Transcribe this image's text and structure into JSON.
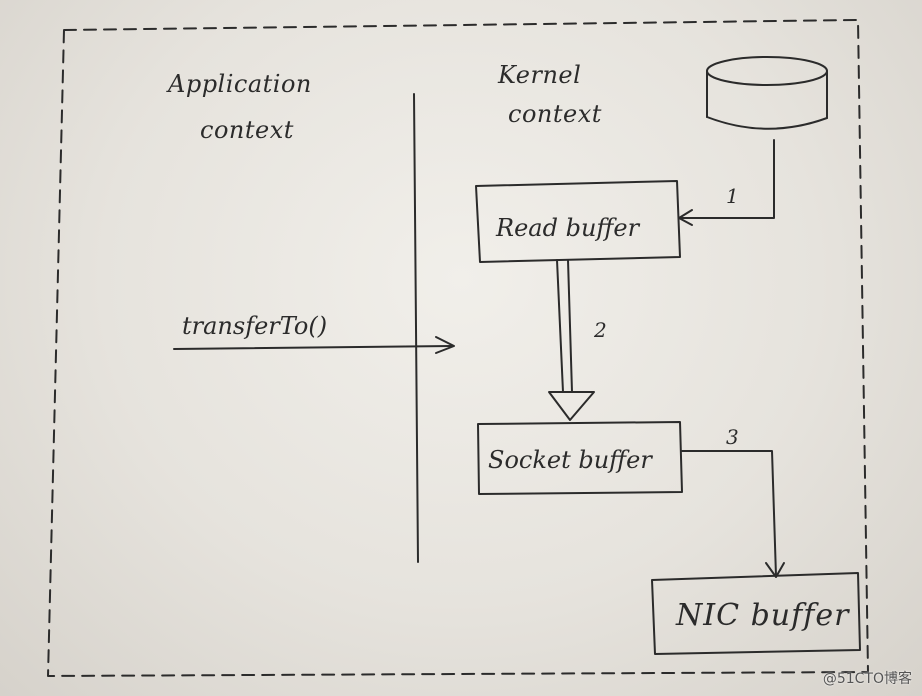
{
  "application_label_line1": "Application",
  "application_label_line2": "context",
  "kernel_label_line1": "Kernel",
  "kernel_label_line2": "context",
  "call_label": "transferTo()",
  "read_buffer_label": "Read buffer",
  "socket_buffer_label": "Socket buffer",
  "nic_buffer_label": "NIC buffer",
  "step_1": "1",
  "step_2": "2",
  "step_3": "3",
  "watermark": "@51CTO博客",
  "colors": {
    "ink": "#2b2b2b",
    "paper": "#ece9e3"
  },
  "icons": {
    "disk": "disk-cylinder-icon"
  }
}
